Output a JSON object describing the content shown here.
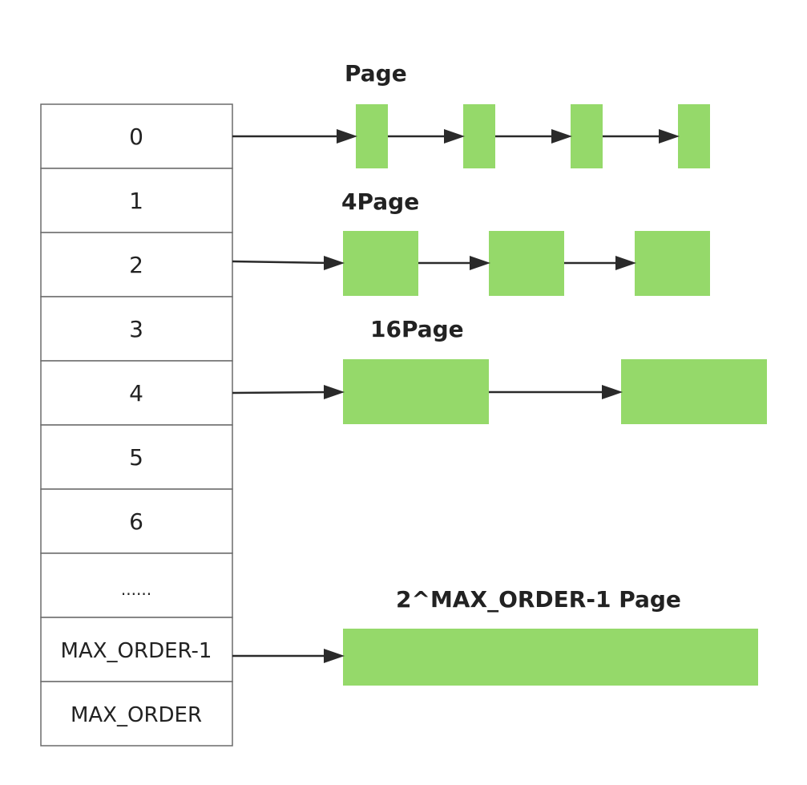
{
  "free_area": {
    "cells": [
      "0",
      "1",
      "2",
      "3",
      "4",
      "5",
      "6",
      "......",
      "MAX_ORDER-1",
      "MAX_ORDER"
    ]
  },
  "lists": [
    {
      "label": "Page",
      "block_count": 4,
      "from_cell": 0
    },
    {
      "label": "4Page",
      "block_count": 3,
      "from_cell": 2
    },
    {
      "label": "16Page",
      "block_count": 2,
      "from_cell": 4
    },
    {
      "label": "2^MAX_ORDER-1 Page",
      "block_count": 1,
      "from_cell": 8
    }
  ],
  "colors": {
    "block": "#95d96a",
    "border": "#6b6b6b",
    "arrow": "#2a2a2a",
    "text": "#222222"
  }
}
